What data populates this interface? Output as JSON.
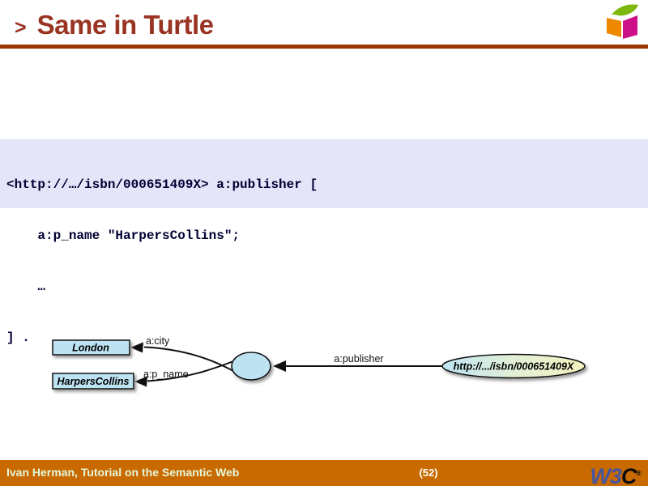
{
  "slide": {
    "title_bullet": ">",
    "title": "Same in Turtle",
    "footer_text": "Ivan Herman, Tutorial on the Semantic Web",
    "page_number": "(52)",
    "w3c_logo": {
      "w3": "W3",
      "c": "C",
      "superscript": "®"
    }
  },
  "code": {
    "lines": [
      "<http://…/isbn/000651409X> a:publisher [",
      "    a:p_name \"HarpersCollins\";",
      "    …",
      "] ."
    ]
  },
  "diagram": {
    "nodes": {
      "london": "London",
      "harpers": "HarpersCollins",
      "resource": "http://.../isbn/000651409X",
      "blank_node": ""
    },
    "edges": {
      "city": "a:city",
      "p_name": "a:p_name",
      "publisher": "a:publisher"
    }
  },
  "colors": {
    "title": "#993322",
    "header_rule": "#993300",
    "code_background": "#E5E5F9",
    "code_text": "#000033",
    "node_fill": "#BDE2F2",
    "resource_gradient_left": "#BFE5F4",
    "resource_gradient_right": "#F4F2BE",
    "footer_bar": "#C96A00",
    "footer_text": "#E3F7DB",
    "w3c_blue": "#44569E",
    "cube_orange": "#EE8800",
    "cube_magenta": "#CC1188",
    "cube_green": "#7CB80B"
  }
}
